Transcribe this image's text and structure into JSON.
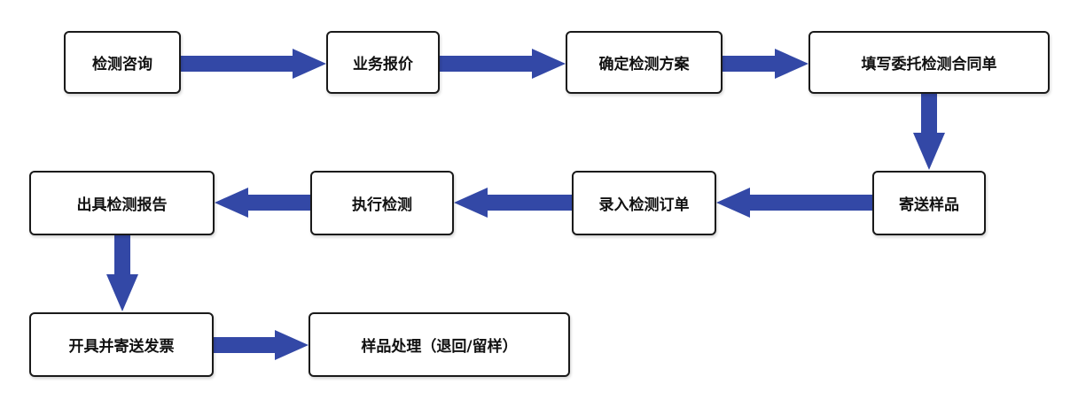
{
  "flowchart": {
    "arrow_color": "#3348a6",
    "steps": [
      "检测咨询",
      "业务报价",
      "确定检测方案",
      "填写委托检测合同单",
      "寄送样品",
      "录入检测订单",
      "执行检测",
      "出具检测报告",
      "开具并寄送发票",
      "样品处理（退回/留样）"
    ]
  }
}
